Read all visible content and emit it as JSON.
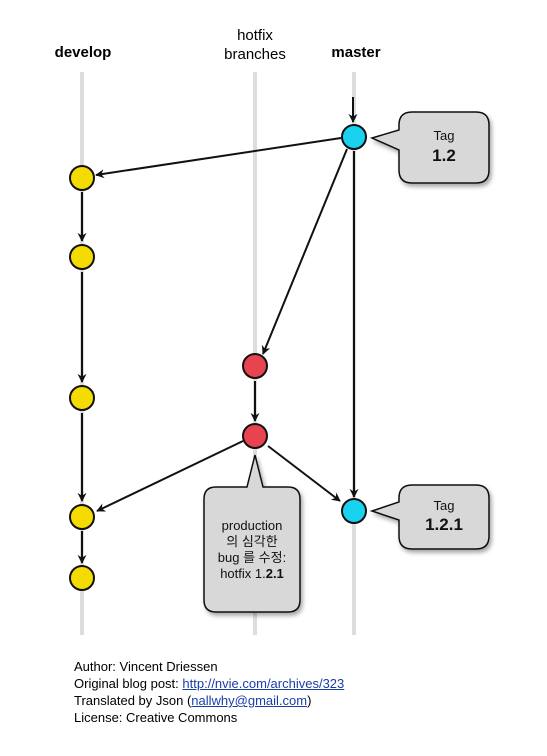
{
  "columns": {
    "develop": "develop",
    "hotfix_line1": "hotfix",
    "hotfix_line2": "branches",
    "master": "master"
  },
  "tags": {
    "first": {
      "label": "Tag",
      "version": "1.2"
    },
    "second": {
      "label": "Tag",
      "version": "1.2.1"
    }
  },
  "note": {
    "line1": "production",
    "line2": "의 심각한",
    "line3": "bug 를 수정:",
    "line4_prefix": "hotfix 1.",
    "line4_bold": "2.1"
  },
  "credits": {
    "author": "Author: Vincent Driessen",
    "blog_prefix": "Original blog post: ",
    "blog_link": "http://nvie.com/archives/323",
    "translated_prefix": "Translated by Json (",
    "translated_email": "nallwhy@gmail.com",
    "translated_suffix": ")",
    "license": "License: Creative Commons"
  },
  "colors": {
    "develop": "#f5dc00",
    "hotfix": "#e8444f",
    "master": "#18d2ee",
    "lane": "#dddddd",
    "callout": "#d8d8d8"
  }
}
